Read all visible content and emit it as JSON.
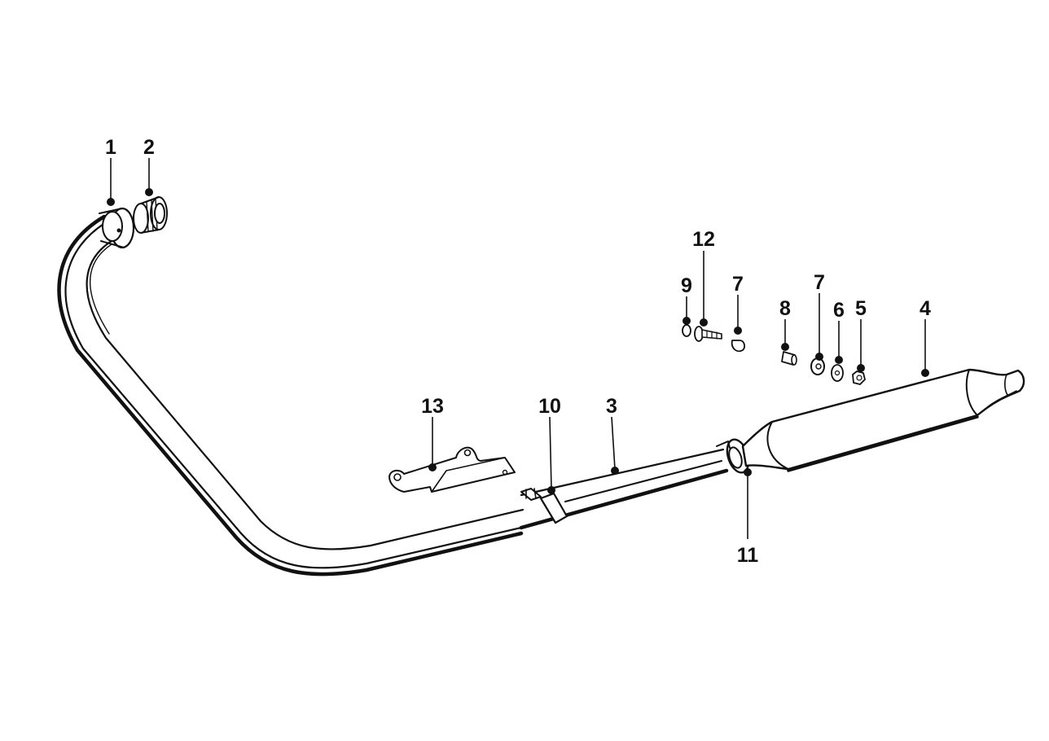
{
  "diagram": {
    "callouts": [
      {
        "id": "1",
        "text": "1"
      },
      {
        "id": "2",
        "text": "2"
      },
      {
        "id": "3",
        "text": "3"
      },
      {
        "id": "4",
        "text": "4"
      },
      {
        "id": "5",
        "text": "5"
      },
      {
        "id": "6",
        "text": "6"
      },
      {
        "id": "7a",
        "text": "7"
      },
      {
        "id": "7b",
        "text": "7"
      },
      {
        "id": "8",
        "text": "8"
      },
      {
        "id": "9",
        "text": "9"
      },
      {
        "id": "10",
        "text": "10"
      },
      {
        "id": "11",
        "text": "11"
      },
      {
        "id": "12",
        "text": "12"
      },
      {
        "id": "13",
        "text": "13"
      }
    ],
    "colors": {
      "ink": "#111111",
      "background": "#ffffff"
    }
  }
}
